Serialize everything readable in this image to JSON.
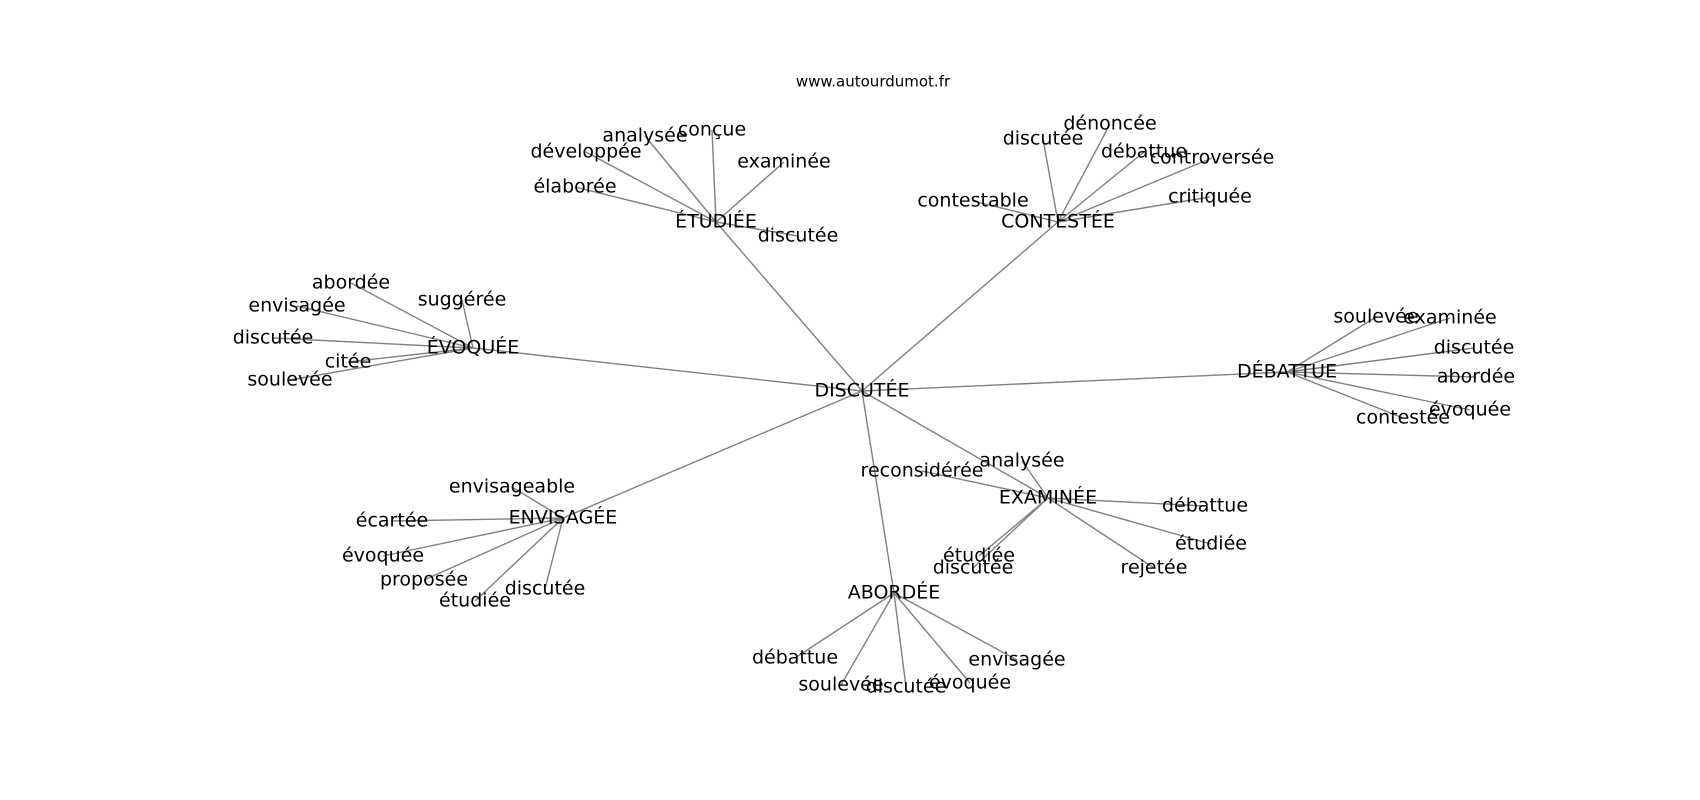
{
  "site": "www.autourdumot.fr",
  "center": "DISCUTÉE",
  "clusters": [
    {
      "hub": "ÉTUDIÉE",
      "leaves": [
        "analysée",
        "conçue",
        "développée",
        "examinée",
        "élaborée",
        "discutée"
      ]
    },
    {
      "hub": "CONTESTÉE",
      "leaves": [
        "dénoncée",
        "discutée",
        "débattue",
        "controversée",
        "contestable",
        "critiquée"
      ]
    },
    {
      "hub": "ÉVOQUÉE",
      "leaves": [
        "abordée",
        "envisagée",
        "suggérée",
        "discutée",
        "citée",
        "soulevée"
      ]
    },
    {
      "hub": "DÉBATTUE",
      "leaves": [
        "soulevée",
        "examinée",
        "discutée",
        "abordée",
        "évoquée",
        "contestée"
      ]
    },
    {
      "hub": "ENVISAGÉE",
      "leaves": [
        "envisageable",
        "écartée",
        "évoquée",
        "proposée",
        "étudiée",
        "discutée"
      ]
    },
    {
      "hub": "EXAMINÉE",
      "leaves": [
        "analysée",
        "reconsidérée",
        "débattue",
        "étudiée",
        "rejetée",
        "étudiée",
        "discutée"
      ]
    },
    {
      "hub": "ABORDÉE",
      "leaves": [
        "débattue",
        "soulevée",
        "discutée",
        "évoquée",
        "envisagée"
      ]
    }
  ]
}
